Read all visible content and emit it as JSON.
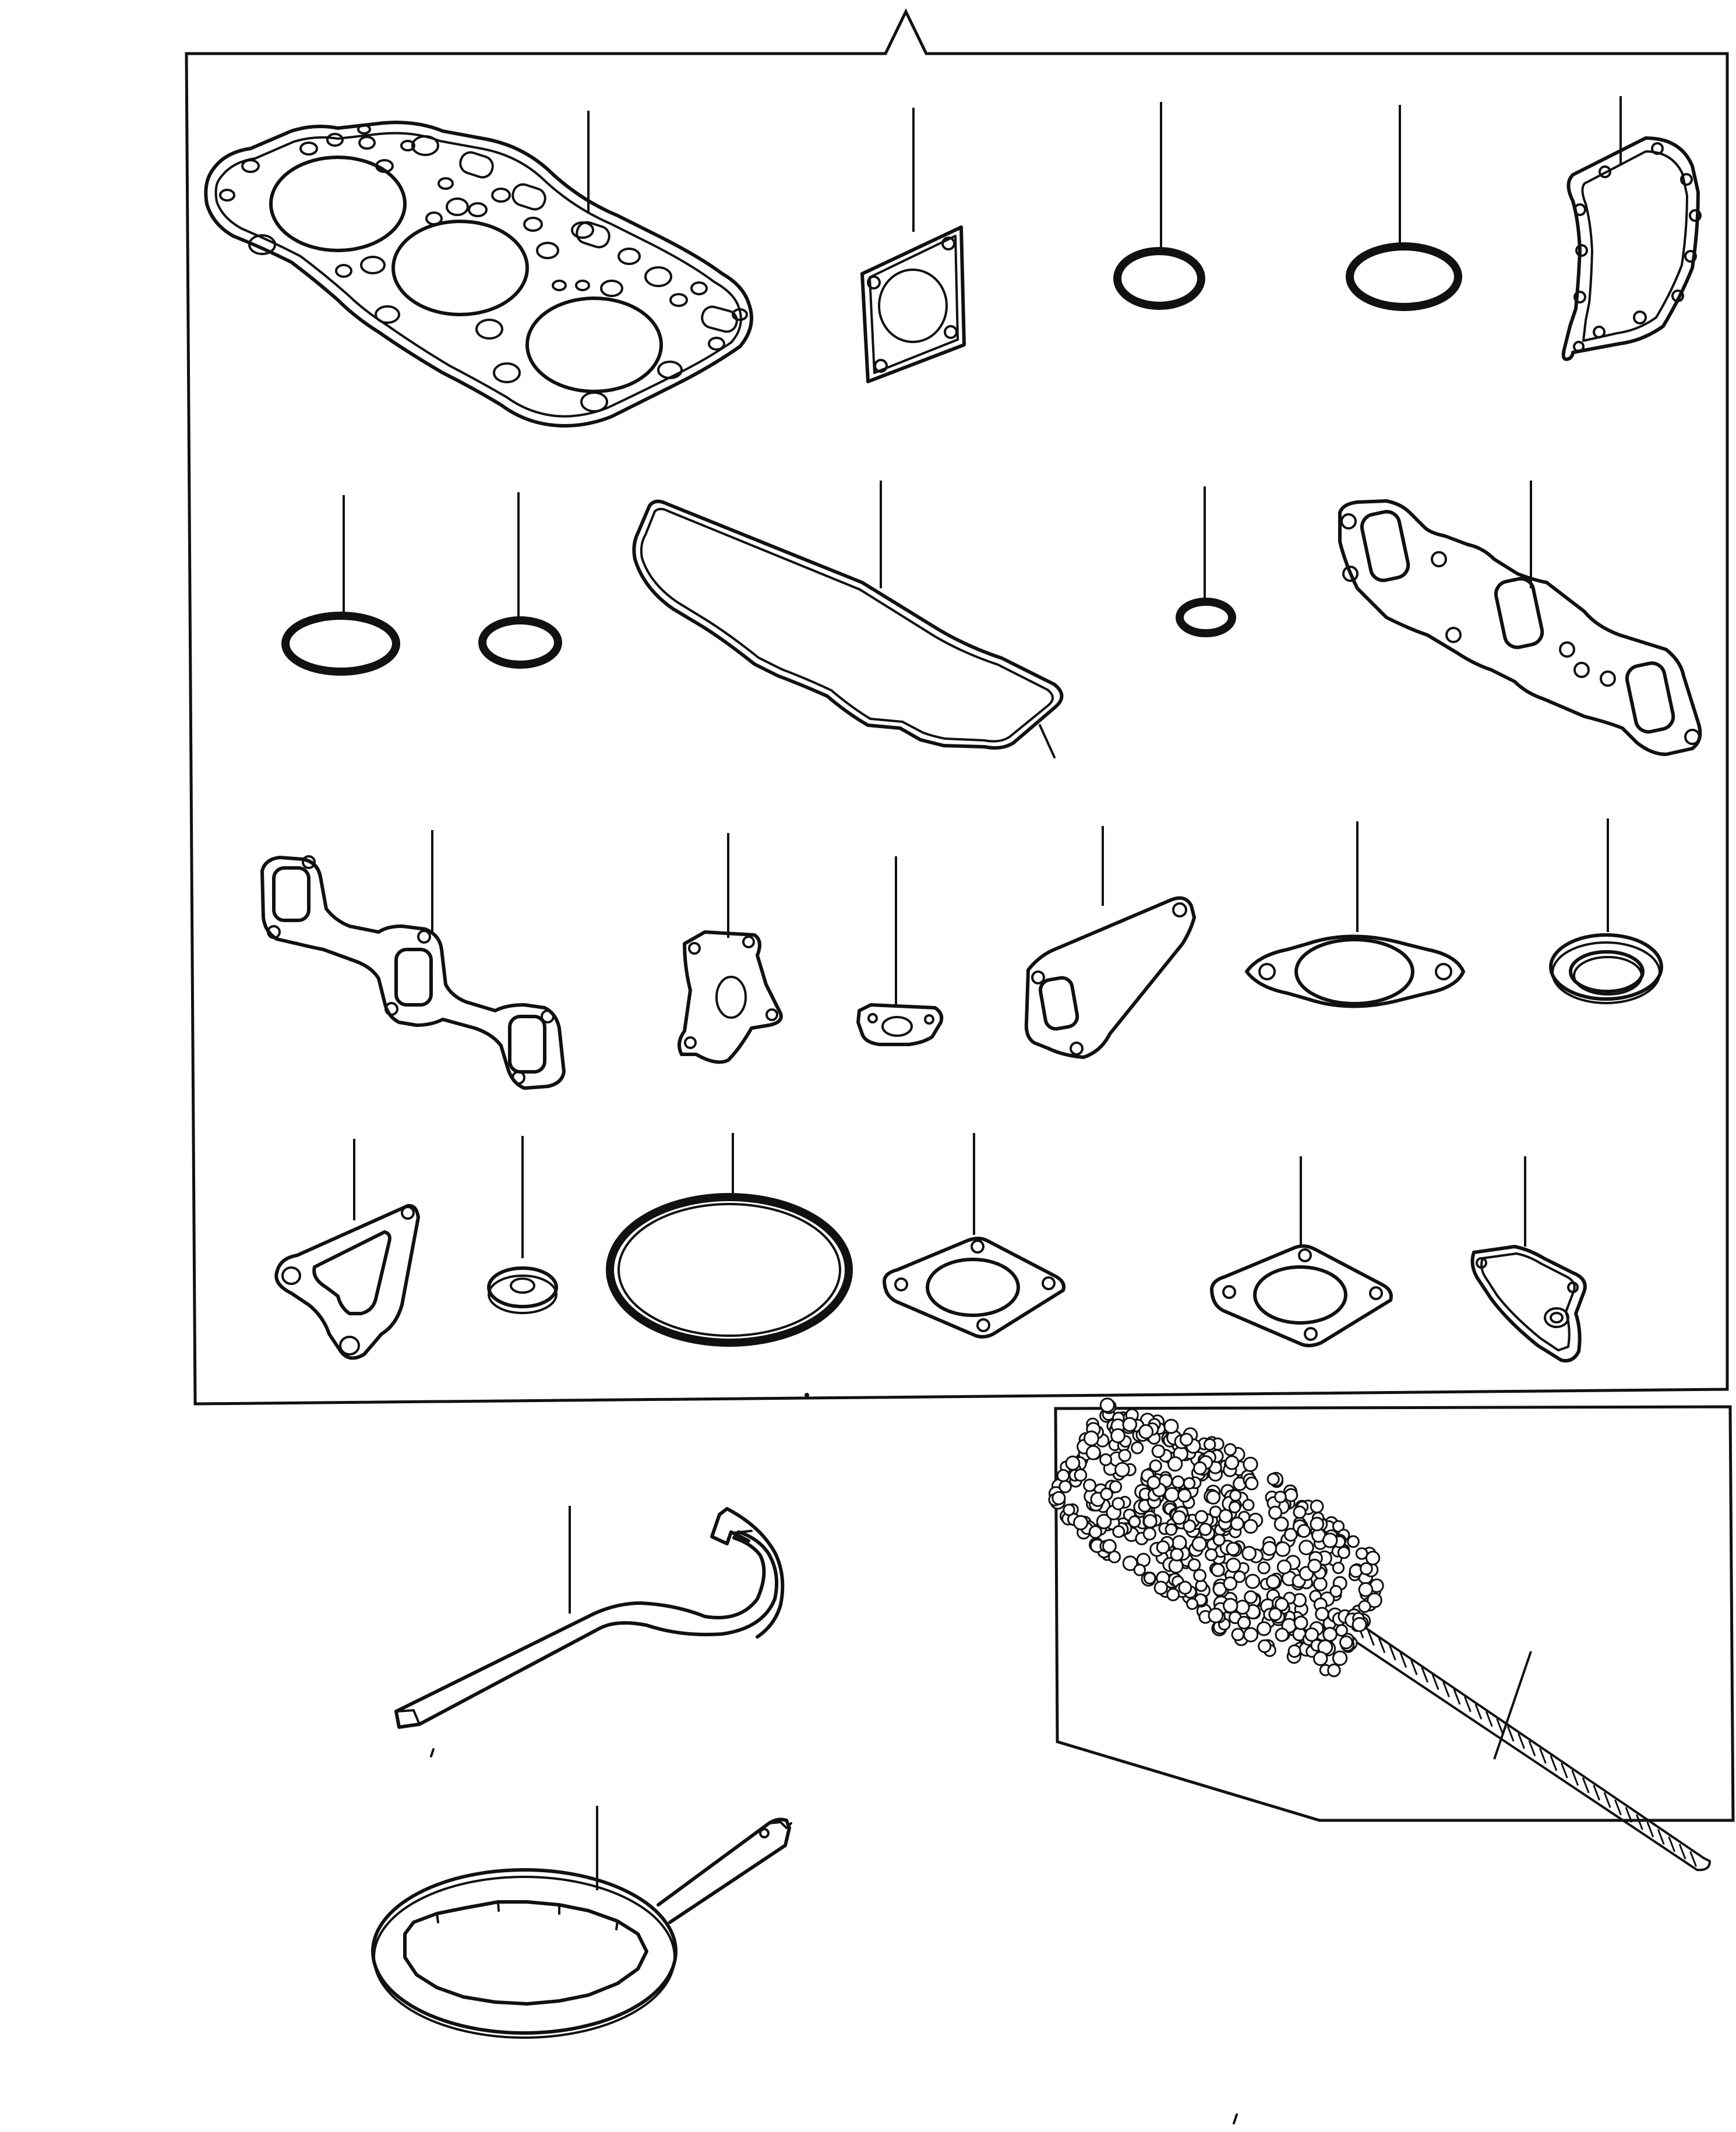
{
  "diagram": {
    "background": "#ffffff",
    "line_color": "#111111",
    "kit_box": {
      "name": "gasket-kit-box",
      "parts": [
        "cylinder-head-gasket",
        "square-flange-gasket",
        "o-ring-small",
        "o-ring-medium",
        "gear-case-gasket",
        "o-ring-left",
        "o-ring-right",
        "valve-cover-gasket",
        "o-ring-tiny",
        "exhaust-manifold-gasket",
        "intake-manifold-gasket",
        "bracket-gasket",
        "small-plate-gasket",
        "triangular-gasket",
        "oval-flange-gasket",
        "seal-ring",
        "water-outlet-gasket",
        "small-seal",
        "large-o-ring",
        "diamond-flange-gasket-left",
        "diamond-flange-gasket-right",
        "cover-gasket"
      ]
    },
    "tools": [
      "hook-spanner",
      "filter-wrench"
    ],
    "brush_box": {
      "name": "cylinder-hone-brush-box"
    }
  }
}
